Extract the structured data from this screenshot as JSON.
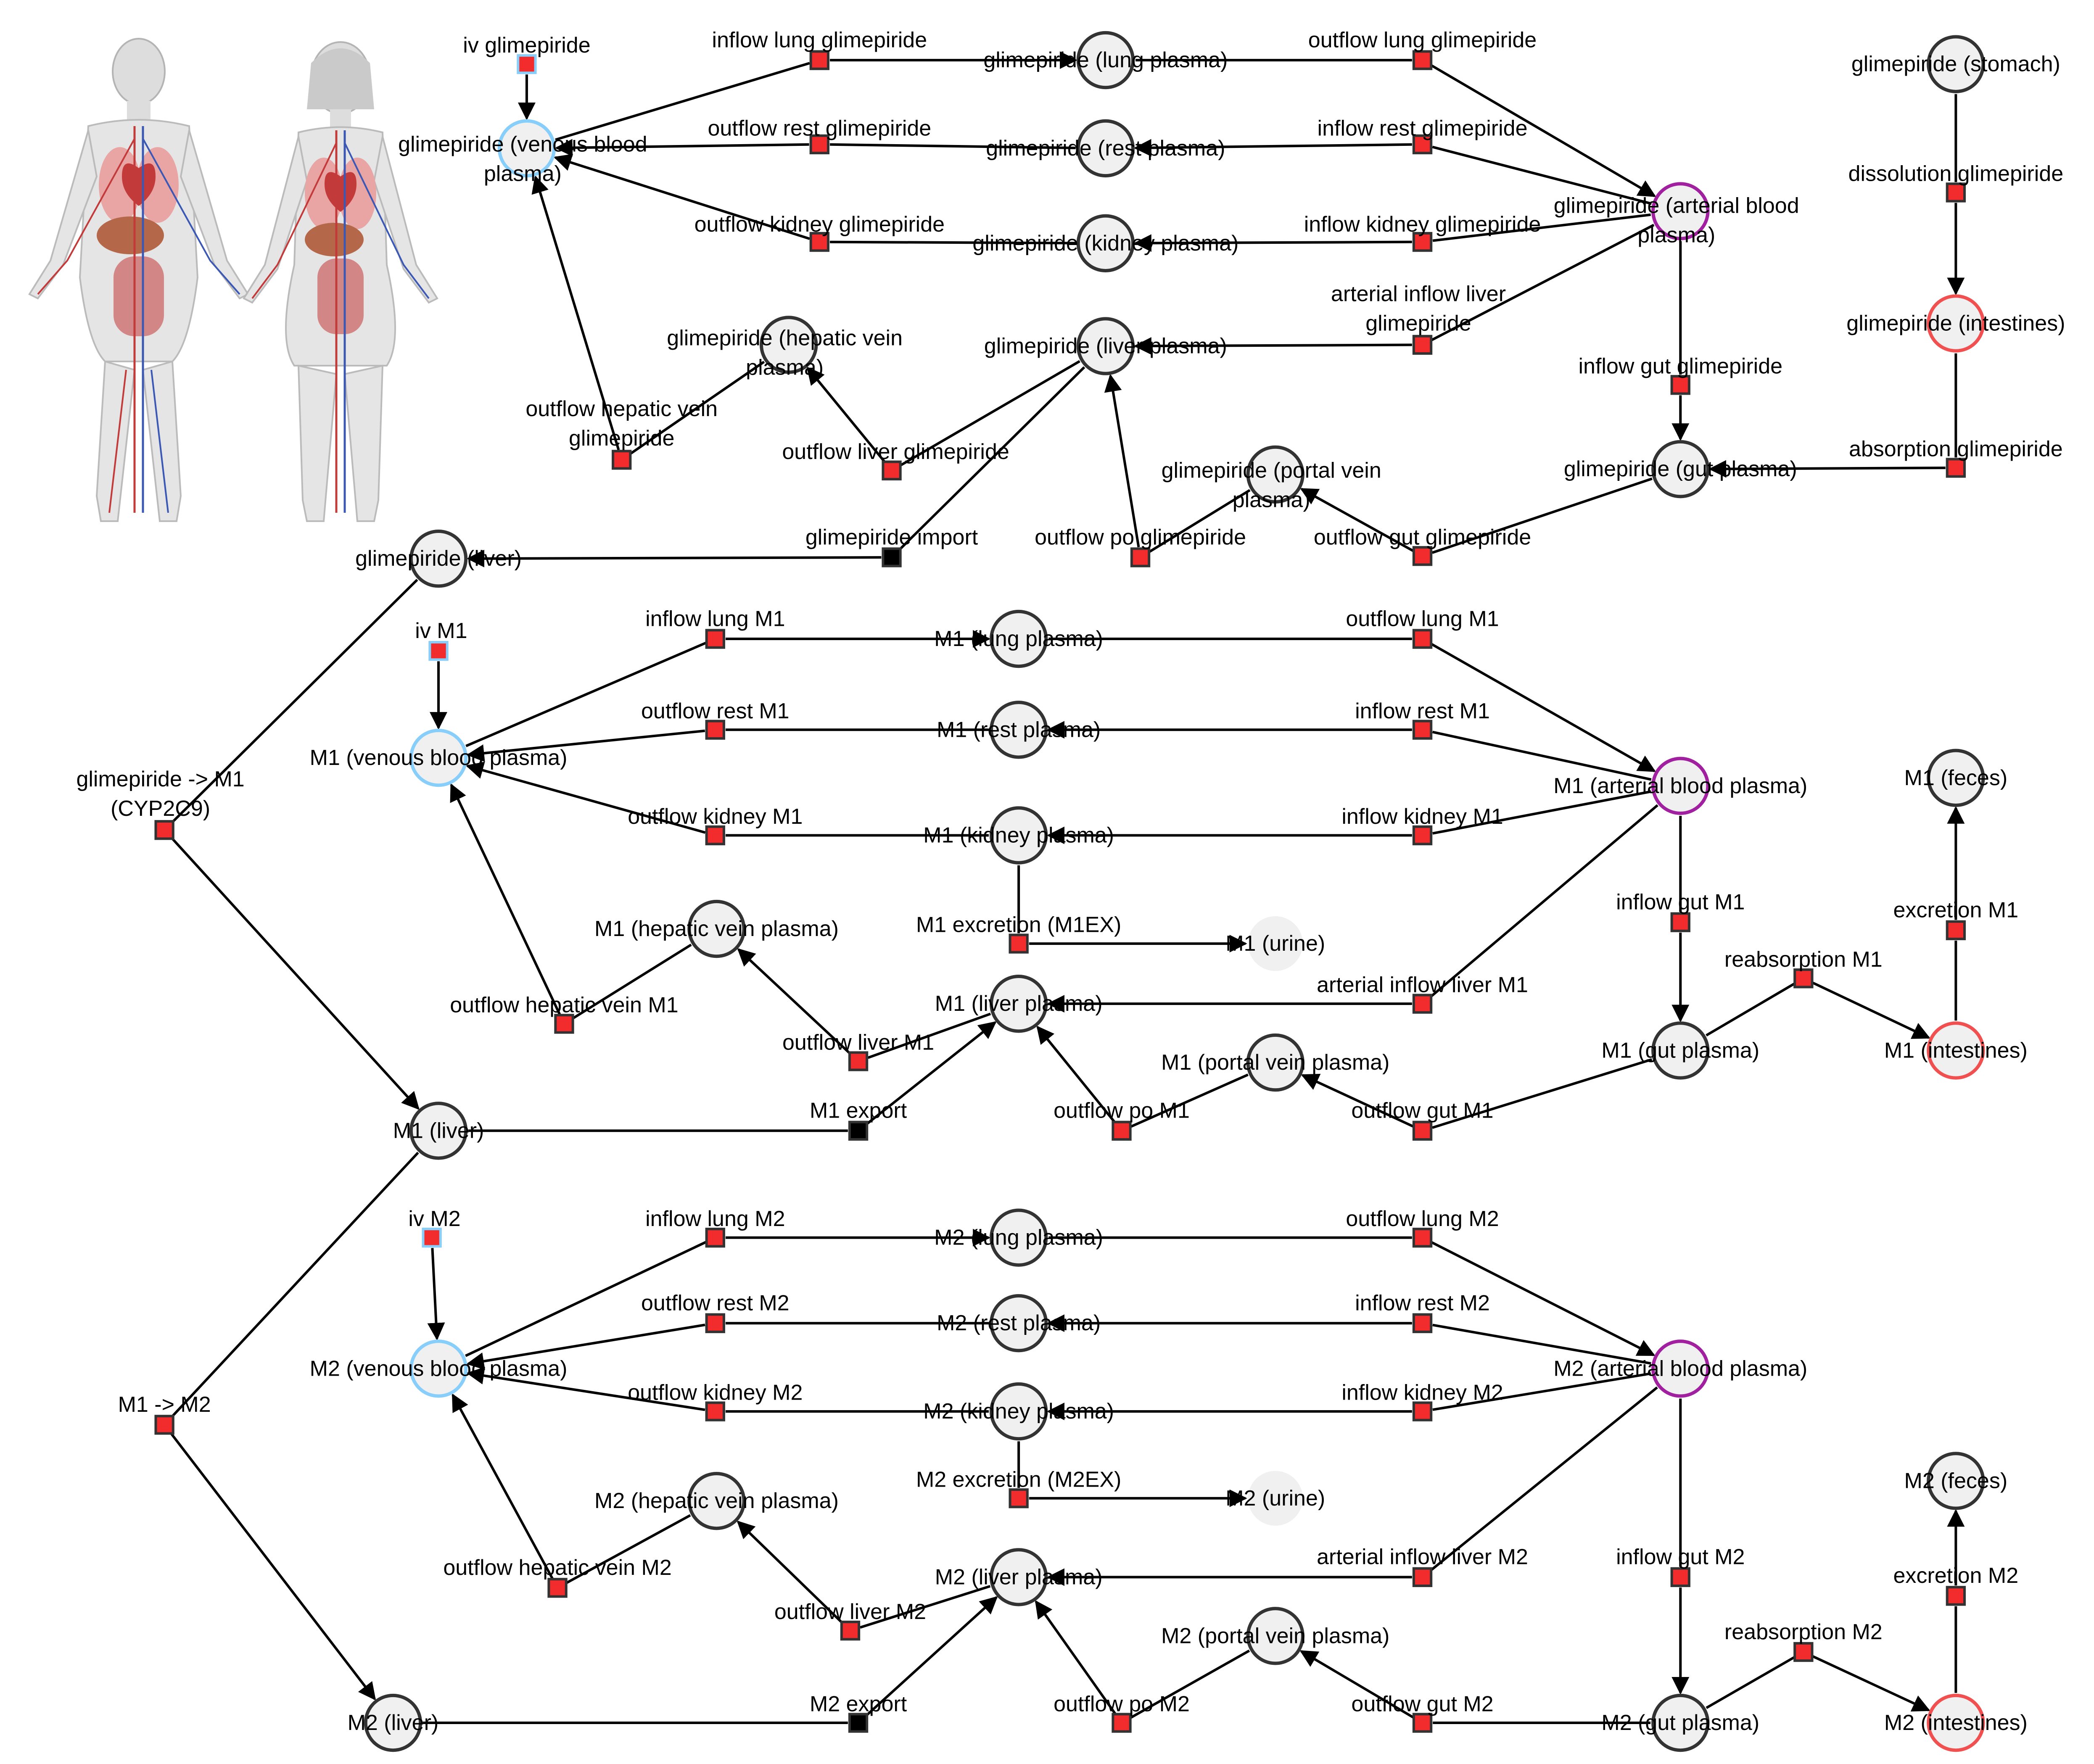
{
  "colors": {
    "species_fill": "#f0f0f0",
    "species_border": "#333333",
    "venous_border": "#87cefa",
    "arterial_border": "#a020a0",
    "intestine_border": "#f05050",
    "reaction_fill": "#f22c2c",
    "reaction_border": "#333333",
    "iv_border": "#87cefa",
    "transport_fill": "#000000",
    "edge": "#000000",
    "urine_fill": "#f2f2f2"
  },
  "human_body_icon": "human-body-anatomy-illustration",
  "nodes": [
    {
      "id": "glim_ven",
      "type": "species",
      "variant": "venous",
      "label": "glimepiride (venous blood plasma)"
    },
    {
      "id": "glim_lung",
      "type": "species",
      "label": "glimepiride (lung plasma)"
    },
    {
      "id": "glim_rest",
      "type": "species",
      "label": "glimepiride (rest plasma)"
    },
    {
      "id": "glim_kid",
      "type": "species",
      "label": "glimepiride (kidney plasma)"
    },
    {
      "id": "glim_art",
      "type": "species",
      "variant": "arterial",
      "label": "glimepiride (arterial blood plasma)"
    },
    {
      "id": "glim_hv",
      "type": "species",
      "label": "glimepiride (hepatic vein plasma)"
    },
    {
      "id": "glim_lp",
      "type": "species",
      "label": "glimepiride (liver plasma)"
    },
    {
      "id": "glim_pv",
      "type": "species",
      "label": "glimepiride (portal vein plasma)"
    },
    {
      "id": "glim_gut",
      "type": "species",
      "label": "glimepiride (gut plasma)"
    },
    {
      "id": "glim_sto",
      "type": "species",
      "label": "glimepiride (stomach)"
    },
    {
      "id": "glim_int",
      "type": "species",
      "variant": "intestine",
      "label": "glimepiride (intestines)"
    },
    {
      "id": "glim_liver",
      "type": "species",
      "label": "glimepiride (liver)"
    },
    {
      "id": "r_iv_glim",
      "type": "reaction",
      "variant": "iv",
      "label": "iv glimepiride"
    },
    {
      "id": "r_inlung_glim",
      "type": "reaction",
      "label": "inflow lung glimepiride"
    },
    {
      "id": "r_outlung_glim",
      "type": "reaction",
      "label": "outflow lung glimepiride"
    },
    {
      "id": "r_outrest_glim",
      "type": "reaction",
      "label": "outflow rest glimepiride"
    },
    {
      "id": "r_inrest_glim",
      "type": "reaction",
      "label": "inflow rest glimepiride"
    },
    {
      "id": "r_outkid_glim",
      "type": "reaction",
      "label": "outflow kidney glimepiride"
    },
    {
      "id": "r_inkid_glim",
      "type": "reaction",
      "label": "inflow kidney glimepiride"
    },
    {
      "id": "r_artliv_glim",
      "type": "reaction",
      "label": "arterial inflow liver glimepiride"
    },
    {
      "id": "r_ingut_glim",
      "type": "reaction",
      "label": "inflow gut glimepiride"
    },
    {
      "id": "r_diss_glim",
      "type": "reaction",
      "label": "dissolution glimepiride"
    },
    {
      "id": "r_abs_glim",
      "type": "reaction",
      "label": "absorption glimepiride"
    },
    {
      "id": "r_outhv_glim",
      "type": "reaction",
      "label": "outflow hepatic vein glimepiride"
    },
    {
      "id": "r_outliv_glim",
      "type": "reaction",
      "label": "outflow liver glimepiride"
    },
    {
      "id": "r_import_glim",
      "type": "reaction",
      "variant": "transport",
      "label": "glimepiride import"
    },
    {
      "id": "r_outpo_glim",
      "type": "reaction",
      "label": "outflow po glimepiride"
    },
    {
      "id": "r_outgut_glim",
      "type": "reaction",
      "label": "outflow gut glimepiride"
    },
    {
      "id": "r_cyp",
      "type": "reaction",
      "label": "glimepiride -> M1 (CYP2C9)"
    },
    {
      "id": "m1_ven",
      "type": "species",
      "variant": "venous",
      "label": "M1 (venous blood plasma)"
    },
    {
      "id": "m1_lung",
      "type": "species",
      "label": "M1 (lung plasma)"
    },
    {
      "id": "m1_rest",
      "type": "species",
      "label": "M1 (rest plasma)"
    },
    {
      "id": "m1_kid",
      "type": "species",
      "label": "M1 (kidney plasma)"
    },
    {
      "id": "m1_art",
      "type": "species",
      "variant": "arterial",
      "label": "M1 (arterial blood plasma)"
    },
    {
      "id": "m1_hv",
      "type": "species",
      "label": "M1 (hepatic vein plasma)"
    },
    {
      "id": "m1_urine",
      "type": "species",
      "variant": "urine",
      "label": "M1 (urine)"
    },
    {
      "id": "m1_lp",
      "type": "species",
      "label": "M1 (liver plasma)"
    },
    {
      "id": "m1_pv",
      "type": "species",
      "label": "M1 (portal vein plasma)"
    },
    {
      "id": "m1_gut",
      "type": "species",
      "label": "M1 (gut plasma)"
    },
    {
      "id": "m1_int",
      "type": "species",
      "variant": "intestine",
      "label": "M1 (intestines)"
    },
    {
      "id": "m1_feces",
      "type": "species",
      "label": "M1 (feces)"
    },
    {
      "id": "m1_liver",
      "type": "species",
      "label": "M1 (liver)"
    },
    {
      "id": "r_iv_m1",
      "type": "reaction",
      "variant": "iv",
      "label": "iv M1"
    },
    {
      "id": "r_inlung_m1",
      "type": "reaction",
      "label": "inflow lung M1"
    },
    {
      "id": "r_outlung_m1",
      "type": "reaction",
      "label": "outflow lung M1"
    },
    {
      "id": "r_outrest_m1",
      "type": "reaction",
      "label": "outflow rest M1"
    },
    {
      "id": "r_inrest_m1",
      "type": "reaction",
      "label": "inflow rest M1"
    },
    {
      "id": "r_outkid_m1",
      "type": "reaction",
      "label": "outflow kidney M1"
    },
    {
      "id": "r_inkid_m1",
      "type": "reaction",
      "label": "inflow kidney M1"
    },
    {
      "id": "r_m1ex",
      "type": "reaction",
      "label": "M1 excretion (M1EX)"
    },
    {
      "id": "r_ingut_m1",
      "type": "reaction",
      "label": "inflow gut M1"
    },
    {
      "id": "r_excr_m1",
      "type": "reaction",
      "label": "excretion M1"
    },
    {
      "id": "r_reabs_m1",
      "type": "reaction",
      "label": "reabsorption M1"
    },
    {
      "id": "r_artliv_m1",
      "type": "reaction",
      "label": "arterial inflow liver M1"
    },
    {
      "id": "r_outhv_m1",
      "type": "reaction",
      "label": "outflow hepatic vein M1"
    },
    {
      "id": "r_outliv_m1",
      "type": "reaction",
      "label": "outflow liver M1"
    },
    {
      "id": "r_export_m1",
      "type": "reaction",
      "variant": "transport",
      "label": "M1 export"
    },
    {
      "id": "r_outpo_m1",
      "type": "reaction",
      "label": "outflow po M1"
    },
    {
      "id": "r_outgut_m1",
      "type": "reaction",
      "label": "outflow gut M1"
    },
    {
      "id": "r_m1m2",
      "type": "reaction",
      "label": "M1 -> M2"
    },
    {
      "id": "m2_ven",
      "type": "species",
      "variant": "venous",
      "label": "M2 (venous blood plasma)"
    },
    {
      "id": "m2_lung",
      "type": "species",
      "label": "M2 (lung plasma)"
    },
    {
      "id": "m2_rest",
      "type": "species",
      "label": "M2 (rest plasma)"
    },
    {
      "id": "m2_kid",
      "type": "species",
      "label": "M2 (kidney plasma)"
    },
    {
      "id": "m2_art",
      "type": "species",
      "variant": "arterial",
      "label": "M2 (arterial blood plasma)"
    },
    {
      "id": "m2_hv",
      "type": "species",
      "label": "M2 (hepatic vein plasma)"
    },
    {
      "id": "m2_urine",
      "type": "species",
      "variant": "urine",
      "label": "M2 (urine)"
    },
    {
      "id": "m2_lp",
      "type": "species",
      "label": "M2 (liver plasma)"
    },
    {
      "id": "m2_pv",
      "type": "species",
      "label": "M2 (portal vein plasma)"
    },
    {
      "id": "m2_gut",
      "type": "species",
      "label": "M2 (gut plasma)"
    },
    {
      "id": "m2_int",
      "type": "species",
      "variant": "intestine",
      "label": "M2 (intestines)"
    },
    {
      "id": "m2_feces",
      "type": "species",
      "label": "M2 (feces)"
    },
    {
      "id": "m2_liver",
      "type": "species",
      "label": "M2 (liver)"
    },
    {
      "id": "r_iv_m2",
      "type": "reaction",
      "variant": "iv",
      "label": "iv M2"
    },
    {
      "id": "r_inlung_m2",
      "type": "reaction",
      "label": "inflow lung M2"
    },
    {
      "id": "r_outlung_m2",
      "type": "reaction",
      "label": "outflow lung M2"
    },
    {
      "id": "r_outrest_m2",
      "type": "reaction",
      "label": "outflow rest M2"
    },
    {
      "id": "r_inrest_m2",
      "type": "reaction",
      "label": "inflow rest M2"
    },
    {
      "id": "r_outkid_m2",
      "type": "reaction",
      "label": "outflow kidney M2"
    },
    {
      "id": "r_inkid_m2",
      "type": "reaction",
      "label": "inflow kidney M2"
    },
    {
      "id": "r_m2ex",
      "type": "reaction",
      "label": "M2 excretion (M2EX)"
    },
    {
      "id": "r_artliv_m2",
      "type": "reaction",
      "label": "arterial inflow liver M2"
    },
    {
      "id": "r_ingut_m2",
      "type": "reaction",
      "label": "inflow gut M2"
    },
    {
      "id": "r_excr_m2",
      "type": "reaction",
      "label": "excretion M2"
    },
    {
      "id": "r_reabs_m2",
      "type": "reaction",
      "label": "reabsorption M2"
    },
    {
      "id": "r_outhv_m2",
      "type": "reaction",
      "label": "outflow hepatic vein M2"
    },
    {
      "id": "r_outliv_m2",
      "type": "reaction",
      "label": "outflow liver M2"
    },
    {
      "id": "r_export_m2",
      "type": "reaction",
      "variant": "transport",
      "label": "M2 export"
    },
    {
      "id": "r_outpo_m2",
      "type": "reaction",
      "label": "outflow po M2"
    },
    {
      "id": "r_outgut_m2",
      "type": "reaction",
      "label": "outflow gut M2"
    }
  ],
  "edges": [
    [
      "r_iv_glim",
      "glim_ven"
    ],
    [
      "glim_ven",
      "r_inlung_glim"
    ],
    [
      "r_inlung_glim",
      "glim_lung"
    ],
    [
      "glim_lung",
      "r_outlung_glim"
    ],
    [
      "r_outlung_glim",
      "glim_art"
    ],
    [
      "glim_art",
      "r_inrest_glim"
    ],
    [
      "r_inrest_glim",
      "glim_rest"
    ],
    [
      "glim_rest",
      "r_outrest_glim"
    ],
    [
      "r_outrest_glim",
      "glim_ven"
    ],
    [
      "glim_art",
      "r_inkid_glim"
    ],
    [
      "r_inkid_glim",
      "glim_kid"
    ],
    [
      "glim_kid",
      "r_outkid_glim"
    ],
    [
      "r_outkid_glim",
      "glim_ven"
    ],
    [
      "glim_art",
      "r_artliv_glim"
    ],
    [
      "r_artliv_glim",
      "glim_lp"
    ],
    [
      "glim_art",
      "r_ingut_glim"
    ],
    [
      "r_ingut_glim",
      "glim_gut"
    ],
    [
      "glim_sto",
      "r_diss_glim"
    ],
    [
      "r_diss_glim",
      "glim_int"
    ],
    [
      "glim_int",
      "r_abs_glim"
    ],
    [
      "r_abs_glim",
      "glim_gut"
    ],
    [
      "glim_gut",
      "r_outgut_glim"
    ],
    [
      "r_outgut_glim",
      "glim_pv"
    ],
    [
      "glim_pv",
      "r_outpo_glim"
    ],
    [
      "r_outpo_glim",
      "glim_lp"
    ],
    [
      "glim_lp",
      "r_outliv_glim"
    ],
    [
      "r_outliv_glim",
      "glim_hv"
    ],
    [
      "glim_hv",
      "r_outhv_glim"
    ],
    [
      "r_outhv_glim",
      "glim_ven"
    ],
    [
      "glim_lp",
      "r_import_glim"
    ],
    [
      "r_import_glim",
      "glim_liver"
    ],
    [
      "glim_liver",
      "r_cyp"
    ],
    [
      "r_cyp",
      "m1_liver"
    ],
    [
      "r_iv_m1",
      "m1_ven"
    ],
    [
      "m1_ven",
      "r_inlung_m1"
    ],
    [
      "r_inlung_m1",
      "m1_lung"
    ],
    [
      "m1_lung",
      "r_outlung_m1"
    ],
    [
      "r_outlung_m1",
      "m1_art"
    ],
    [
      "m1_art",
      "r_inrest_m1"
    ],
    [
      "r_inrest_m1",
      "m1_rest"
    ],
    [
      "m1_rest",
      "r_outrest_m1"
    ],
    [
      "r_outrest_m1",
      "m1_ven"
    ],
    [
      "m1_art",
      "r_inkid_m1"
    ],
    [
      "r_inkid_m1",
      "m1_kid"
    ],
    [
      "m1_kid",
      "r_outkid_m1"
    ],
    [
      "r_outkid_m1",
      "m1_ven"
    ],
    [
      "m1_kid",
      "r_m1ex"
    ],
    [
      "r_m1ex",
      "m1_urine"
    ],
    [
      "m1_art",
      "r_artliv_m1"
    ],
    [
      "r_artliv_m1",
      "m1_lp"
    ],
    [
      "m1_art",
      "r_ingut_m1"
    ],
    [
      "r_ingut_m1",
      "m1_gut"
    ],
    [
      "m1_gut",
      "r_reabs_m1"
    ],
    [
      "r_reabs_m1",
      "m1_int"
    ],
    [
      "m1_int",
      "r_excr_m1"
    ],
    [
      "r_excr_m1",
      "m1_feces"
    ],
    [
      "m1_gut",
      "r_outgut_m1"
    ],
    [
      "r_outgut_m1",
      "m1_pv"
    ],
    [
      "m1_pv",
      "r_outpo_m1"
    ],
    [
      "r_outpo_m1",
      "m1_lp"
    ],
    [
      "m1_lp",
      "r_outliv_m1"
    ],
    [
      "r_outliv_m1",
      "m1_hv"
    ],
    [
      "m1_hv",
      "r_outhv_m1"
    ],
    [
      "r_outhv_m1",
      "m1_ven"
    ],
    [
      "m1_liver",
      "r_export_m1"
    ],
    [
      "r_export_m1",
      "m1_lp"
    ],
    [
      "m1_liver",
      "r_m1m2"
    ],
    [
      "r_m1m2",
      "m2_liver"
    ],
    [
      "r_iv_m2",
      "m2_ven"
    ],
    [
      "m2_ven",
      "r_inlung_m2"
    ],
    [
      "r_inlung_m2",
      "m2_lung"
    ],
    [
      "m2_lung",
      "r_outlung_m2"
    ],
    [
      "r_outlung_m2",
      "m2_art"
    ],
    [
      "m2_art",
      "r_inrest_m2"
    ],
    [
      "r_inrest_m2",
      "m2_rest"
    ],
    [
      "m2_rest",
      "r_outrest_m2"
    ],
    [
      "r_outrest_m2",
      "m2_ven"
    ],
    [
      "m2_art",
      "r_inkid_m2"
    ],
    [
      "r_inkid_m2",
      "m2_kid"
    ],
    [
      "m2_kid",
      "r_outkid_m2"
    ],
    [
      "r_outkid_m2",
      "m2_ven"
    ],
    [
      "m2_kid",
      "r_m2ex"
    ],
    [
      "r_m2ex",
      "m2_urine"
    ],
    [
      "m2_art",
      "r_artliv_m2"
    ],
    [
      "r_artliv_m2",
      "m2_lp"
    ],
    [
      "m2_art",
      "r_ingut_m2"
    ],
    [
      "r_ingut_m2",
      "m2_gut"
    ],
    [
      "m2_gut",
      "r_reabs_m2"
    ],
    [
      "r_reabs_m2",
      "m2_int"
    ],
    [
      "m2_int",
      "r_excr_m2"
    ],
    [
      "r_excr_m2",
      "m2_feces"
    ],
    [
      "m2_gut",
      "r_outgut_m2"
    ],
    [
      "r_outgut_m2",
      "m2_pv"
    ],
    [
      "m2_pv",
      "r_outpo_m2"
    ],
    [
      "r_outpo_m2",
      "m2_lp"
    ],
    [
      "m2_lp",
      "r_outliv_m2"
    ],
    [
      "r_outliv_m2",
      "m2_hv"
    ],
    [
      "m2_hv",
      "r_outhv_m2"
    ],
    [
      "r_outhv_m2",
      "m2_ven"
    ],
    [
      "m2_liver",
      "r_export_m2"
    ],
    [
      "r_export_m2",
      "m2_lp"
    ]
  ]
}
